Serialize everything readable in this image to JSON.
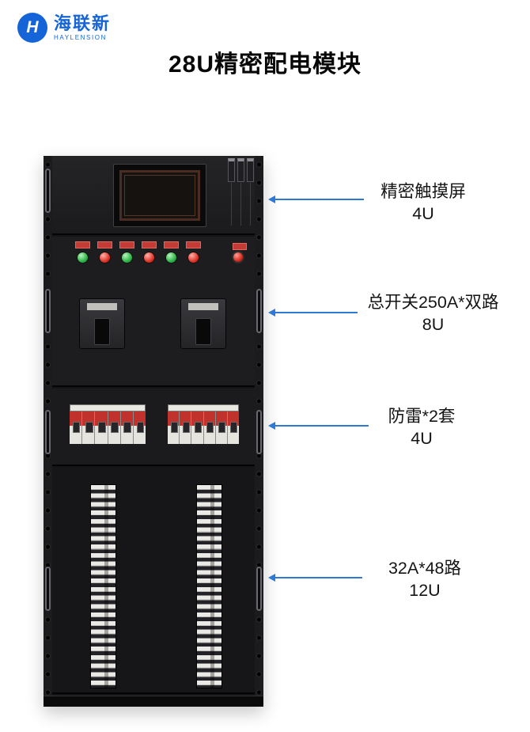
{
  "header": {
    "brand": "海联新",
    "brand_sub": "HAYLENSION",
    "logo_letter": "H",
    "title": "28U精密配电模块"
  },
  "annotations": [
    {
      "label": "精密触摸屏",
      "size": "4U"
    },
    {
      "label": "总开关250A*双路",
      "size": "8U"
    },
    {
      "label": "防雷*2套",
      "size": "4U"
    },
    {
      "label": "32A*48路",
      "size": "12U"
    }
  ],
  "indicators": [
    "green",
    "red",
    "green",
    "red",
    "green",
    "red"
  ],
  "colors": {
    "brand_blue": "#1565d8",
    "arrow_blue": "#2e79d6",
    "indicator_green": "#2db548",
    "indicator_red": "#e03428",
    "surge_red": "#c2322c",
    "cabinet_dark": "#141416"
  }
}
